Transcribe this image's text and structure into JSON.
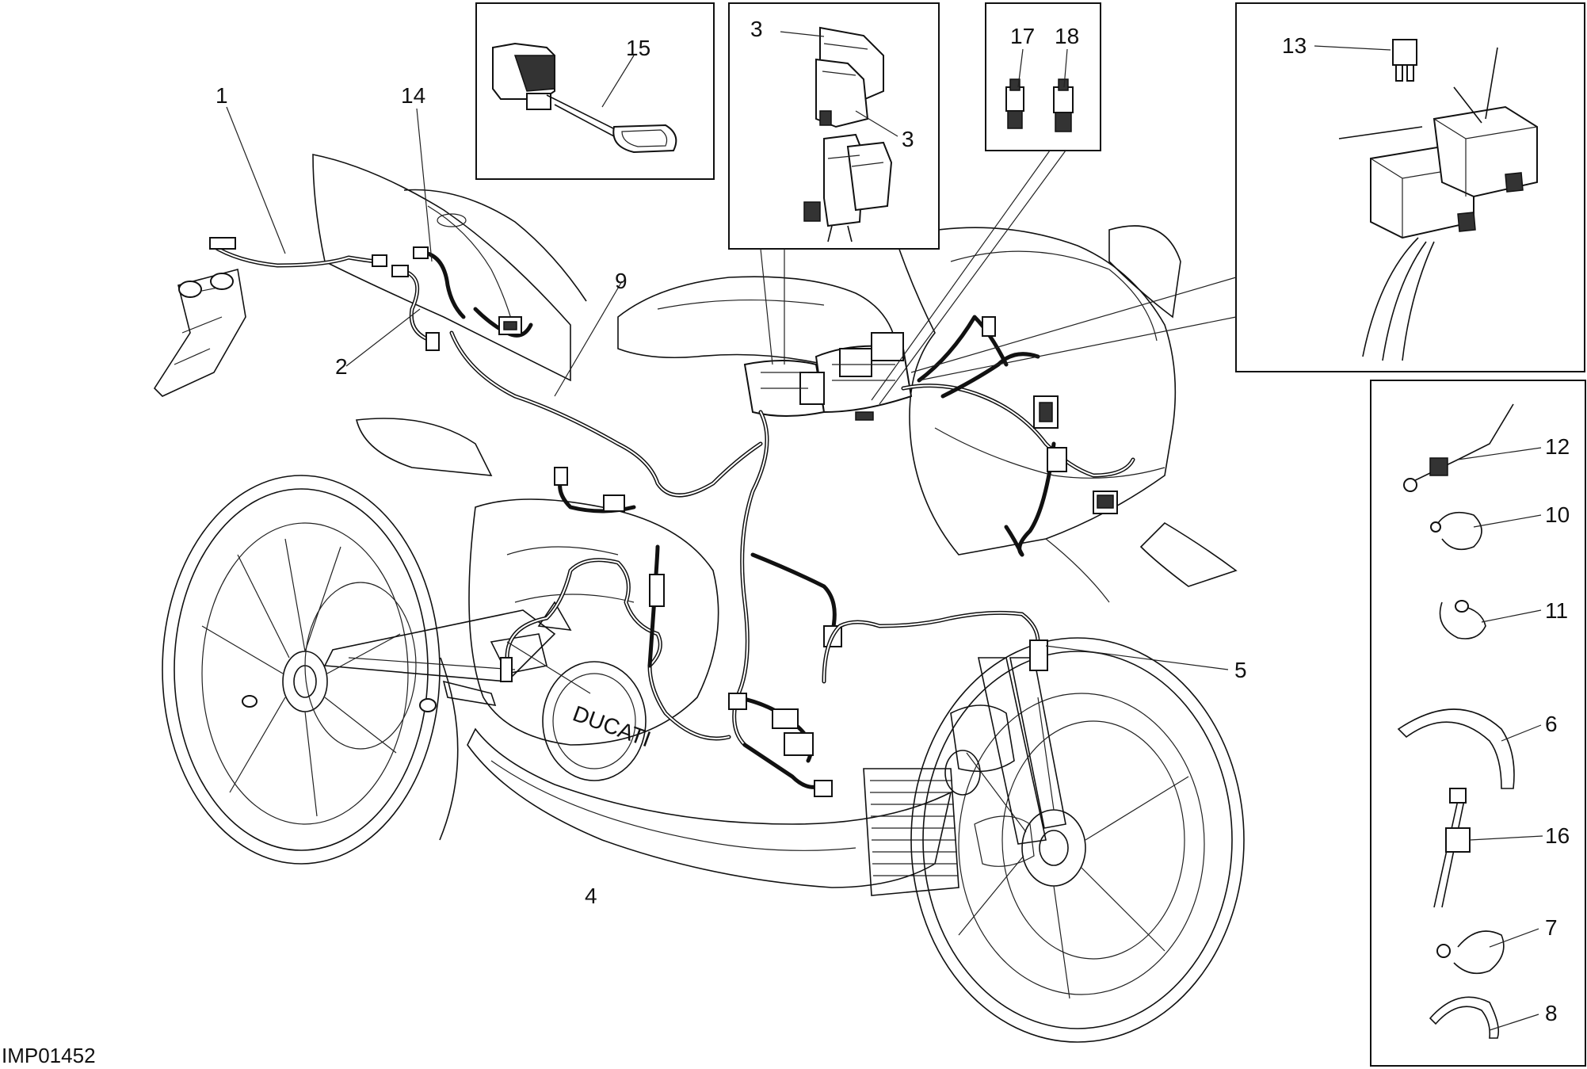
{
  "diagram": {
    "image_code": "IMP01452",
    "callouts": [
      {
        "id": "c1",
        "text": "1"
      },
      {
        "id": "c2",
        "text": "2"
      },
      {
        "id": "c3a",
        "text": "3"
      },
      {
        "id": "c3b",
        "text": "3"
      },
      {
        "id": "c4",
        "text": "4"
      },
      {
        "id": "c5",
        "text": "5"
      },
      {
        "id": "c6",
        "text": "6"
      },
      {
        "id": "c7",
        "text": "7"
      },
      {
        "id": "c8",
        "text": "8"
      },
      {
        "id": "c9",
        "text": "9"
      },
      {
        "id": "c10",
        "text": "10"
      },
      {
        "id": "c11",
        "text": "11"
      },
      {
        "id": "c12",
        "text": "12"
      },
      {
        "id": "c13",
        "text": "13"
      },
      {
        "id": "c14",
        "text": "14"
      },
      {
        "id": "c15",
        "text": "15"
      },
      {
        "id": "c16",
        "text": "16"
      },
      {
        "id": "c17",
        "text": "17"
      },
      {
        "id": "c18",
        "text": "18"
      }
    ]
  }
}
